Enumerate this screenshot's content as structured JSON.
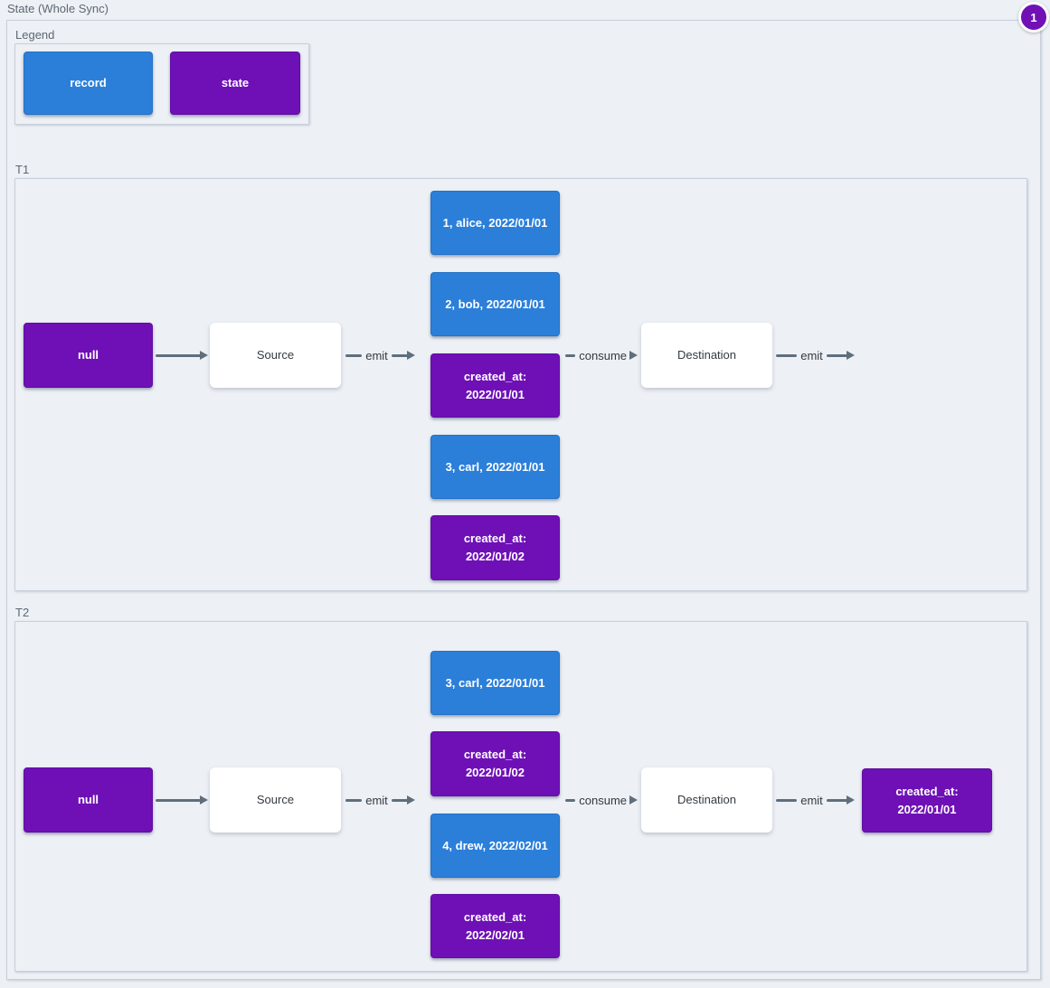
{
  "diagram": {
    "title": "State (Whole Sync)",
    "badge_count": "1"
  },
  "colors": {
    "record": "#2b7fd9",
    "state": "#6e10b6",
    "arrow": "#5f6e7c",
    "background": "#edf0f5",
    "cluster_border": "#c7d0da"
  },
  "legend": {
    "label": "Legend",
    "items": [
      {
        "label": "record",
        "type": "record"
      },
      {
        "label": "state",
        "type": "state"
      }
    ]
  },
  "arrows": {
    "emit_label": "emit",
    "consume_label": "consume"
  },
  "sections": [
    {
      "label": "T1",
      "input_state": "null",
      "source_label": "Source",
      "destination_label": "Destination",
      "queue": [
        {
          "text": "1, alice, 2022/01/01",
          "type": "record"
        },
        {
          "text": "2, bob, 2022/01/01",
          "type": "record"
        },
        {
          "text": "created_at:\n2022/01/01",
          "type": "state"
        },
        {
          "text": "3, carl, 2022/01/01",
          "type": "record"
        },
        {
          "text": "created_at:\n2022/01/02",
          "type": "state"
        }
      ],
      "output_state": null
    },
    {
      "label": "T2",
      "input_state": "null",
      "source_label": "Source",
      "destination_label": "Destination",
      "queue": [
        {
          "text": "3, carl, 2022/01/01",
          "type": "record"
        },
        {
          "text": "created_at:\n2022/01/02",
          "type": "state"
        },
        {
          "text": "4, drew, 2022/02/01",
          "type": "record"
        },
        {
          "text": "created_at:\n2022/02/01",
          "type": "state"
        }
      ],
      "output_state": "created_at:\n2022/01/01"
    }
  ]
}
